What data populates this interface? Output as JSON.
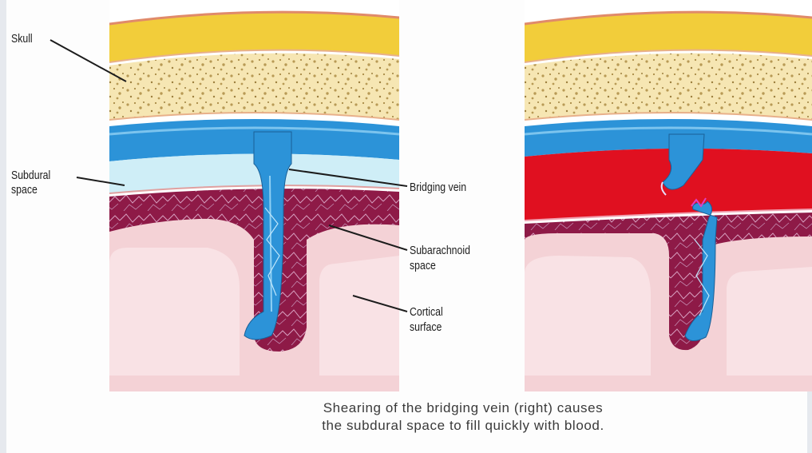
{
  "labels": {
    "skull": "Skull",
    "subdural_line1": "Subdural",
    "subdural_line2": "space",
    "bridging_vein": "Bridging vein",
    "subarachnoid_line1": "Subarachnoid",
    "subarachnoid_line2": "space",
    "cortical_line1": "Cortical",
    "cortical_line2": "surface"
  },
  "caption": {
    "line1": "Shearing  of  the bridging vein (right) causes",
    "line2": "the subdural space to fill quickly with blood."
  },
  "colors": {
    "scalp_yellow": "#f2cd3a",
    "bone": "#f6e6b3",
    "vein_blue": "#2c93d8",
    "subdural_csf": "#cfeef7",
    "subarachnoid_maroon": "#8e1a47",
    "cortex_pink": "#f4d2d6",
    "blood_red": "#e01020"
  }
}
